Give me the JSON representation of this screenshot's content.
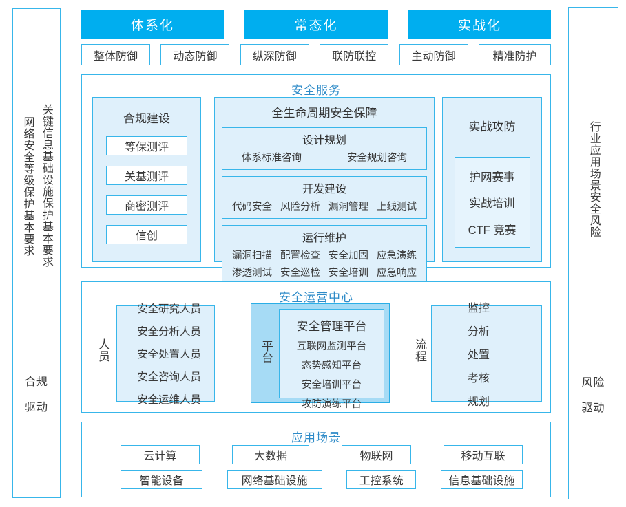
{
  "colors": {
    "accent_cyan": "#00aeef",
    "border_cyan": "#38b6ea",
    "panel_fill": "#dff0fb",
    "inner_fill": "#e6f4fd",
    "platform_fill": "#a6dbf5",
    "title_blue": "#2e8bc8",
    "text_dark": "#3a3a3a"
  },
  "left_sidebar": {
    "classified_protection": "网络安全等级保护基本要求",
    "critical_infrastructure": "关键信息基础设施保护基本要求",
    "drive_line1": "合规",
    "drive_line2": "驱动"
  },
  "right_sidebar": {
    "industry_risk": "行业应用场景安全风险",
    "drive_line1": "风险",
    "drive_line2": "驱动"
  },
  "top_banner": {
    "headers": [
      "体系化",
      "常态化",
      "实战化"
    ],
    "defenses": [
      "整体防御",
      "动态防御",
      "纵深防御",
      "联防联控",
      "主动防御",
      "精准防护"
    ]
  },
  "security_service": {
    "title": "安全服务",
    "compliance": {
      "title": "合规建设",
      "items": [
        "等保测评",
        "关基测评",
        "商密测评",
        "信创"
      ]
    },
    "lifecycle": {
      "title": "全生命周期安全保障",
      "design": {
        "title": "设计规划",
        "items": [
          "体系标准咨询",
          "安全规划咨询"
        ]
      },
      "develop": {
        "title": "开发建设",
        "items": [
          "代码安全",
          "风险分析",
          "漏洞管理",
          "上线测试"
        ]
      },
      "operate": {
        "title": "运行维护",
        "row1": [
          "漏洞扫描",
          "配置检查",
          "安全加固",
          "应急演练"
        ],
        "row2": [
          "渗透测试",
          "安全巡检",
          "安全培训",
          "应急响应"
        ]
      }
    },
    "combat": {
      "title": "实战攻防",
      "items": [
        "护网赛事",
        "实战培训",
        "CTF 竞赛"
      ]
    }
  },
  "operation_center": {
    "title": "安全运营中心",
    "personnel": {
      "label": "人员",
      "items": [
        "安全研究人员",
        "安全分析人员",
        "安全处置人员",
        "安全咨询人员",
        "安全运维人员"
      ]
    },
    "platform": {
      "label": "平台",
      "title": "安全管理平台",
      "items": [
        "互联网监测平台",
        "态势感知平台",
        "安全培训平台",
        "攻防演练平台"
      ]
    },
    "process": {
      "label": "流程",
      "items": [
        "监控",
        "分析",
        "处置",
        "考核",
        "规划"
      ]
    }
  },
  "application_scenarios": {
    "title": "应用场景",
    "row1": [
      "云计算",
      "大数据",
      "物联网",
      "移动互联"
    ],
    "row2": [
      "智能设备",
      "网络基础设施",
      "工控系统",
      "信息基础设施"
    ]
  }
}
